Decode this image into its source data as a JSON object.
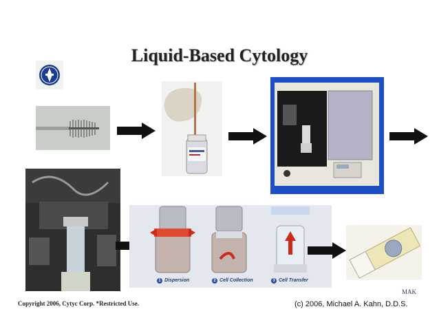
{
  "title": "Liquid-Based Cytology",
  "steps": [
    {
      "num": "1",
      "label": "Dispersion"
    },
    {
      "num": "2",
      "label": "Cell Collection"
    },
    {
      "num": "3",
      "label": "Cell Transfer"
    }
  ],
  "footer": {
    "left": "Copyright 2006, Cytyc Corp. *Restricted Use.",
    "right": "(c) 2006, Michael A. Kahn, D.D.S.",
    "mark": "MAK"
  },
  "colors": {
    "arrow": "#111111",
    "machine_blue": "#1c4fc4",
    "step_blue": "#2a4a9a"
  }
}
